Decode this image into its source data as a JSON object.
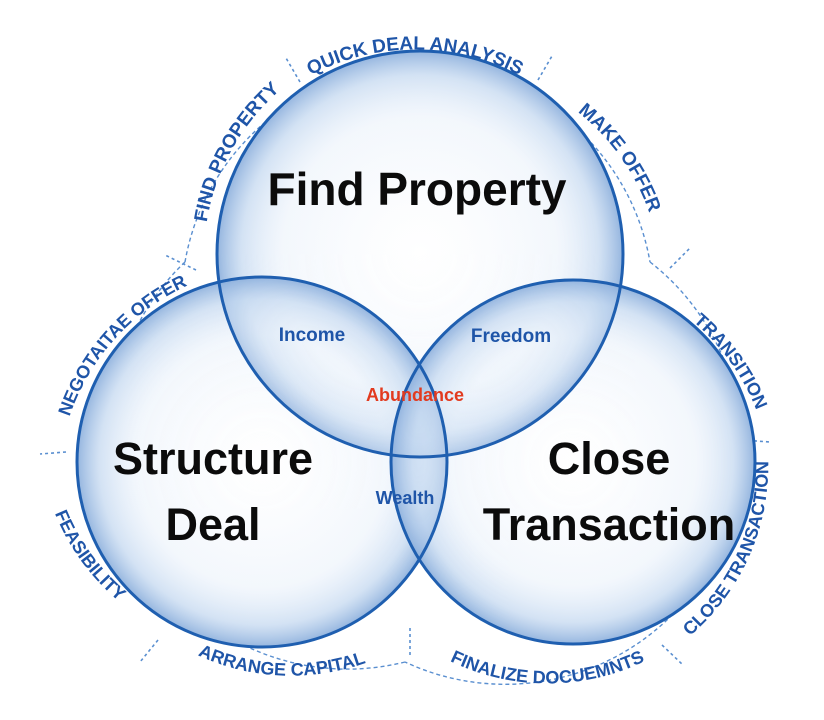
{
  "circles": {
    "top": "Find Property",
    "left_line1": "Structure",
    "left_line2": "Deal",
    "right_line1": "Close",
    "right_line2": "Transaction"
  },
  "overlaps": {
    "top_left": "Income",
    "top_right": "Freedom",
    "bottom": "Wealth",
    "center": "Abundance"
  },
  "ring_labels": {
    "quick_deal_analysis": "QUICK DEAL ANALYSIS",
    "make_offer": "MAKE OFFER",
    "find_property": "FIND PROPERTY",
    "negotiate_offer": "NEGOTAITAE OFFER",
    "feasibility": "FEASIBILITY",
    "arrange_capital": "ARRANGE CAPITAL",
    "finalize_documents": "FINALIZE DOCUEMNTS",
    "close_transaction": "CLOSE TRANSACTION",
    "transition": "TRANSITION"
  },
  "colors": {
    "circle_stroke": "#1f5fb0",
    "ring_dash": "#5a8fd0",
    "label_blue": "#1f55a8",
    "center_red": "#e23a1f",
    "title_black": "#0b0b0b"
  }
}
